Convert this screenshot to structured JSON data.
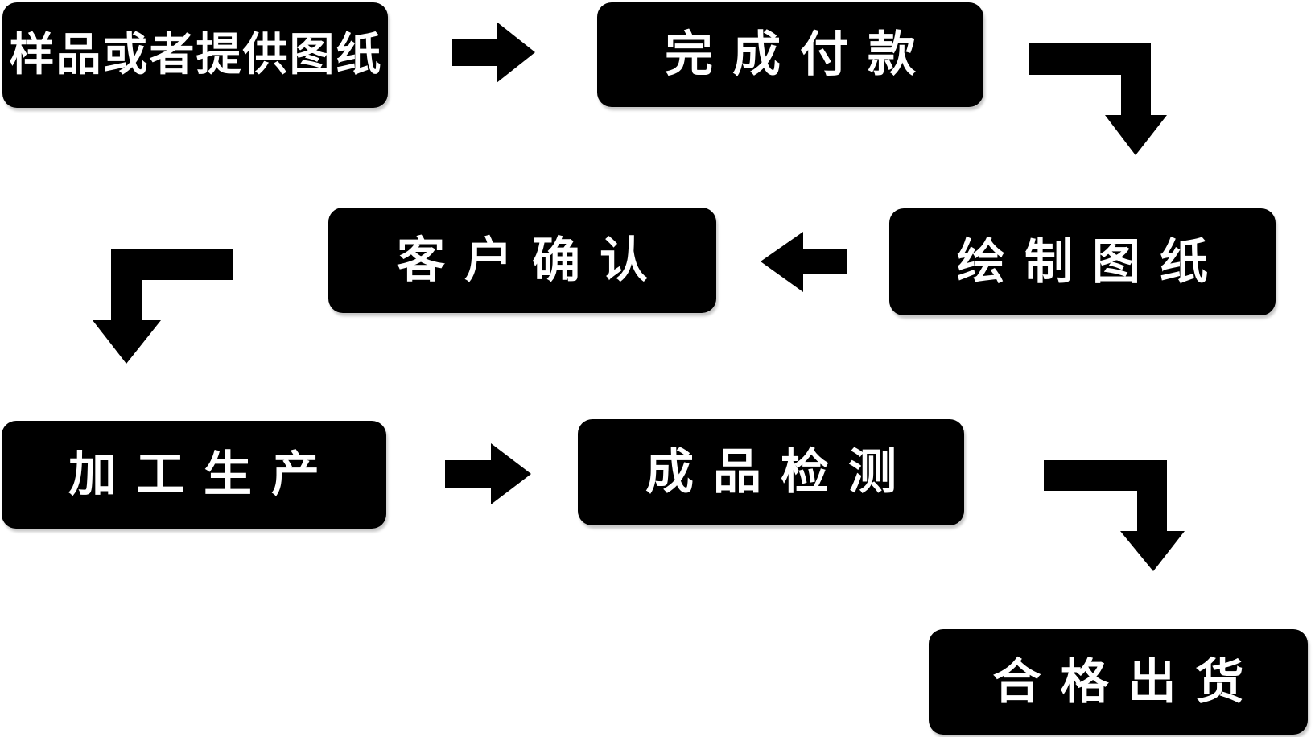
{
  "diagram": {
    "type": "flowchart",
    "title": "production-order-process-flow",
    "colors": {
      "background": "#ffffff",
      "node_fill": "#000000",
      "node_text": "#ffffff",
      "arrow_fill": "#000000"
    },
    "nodes": [
      {
        "id": "sample-or-drawings",
        "label": "样品或者提供图纸"
      },
      {
        "id": "complete-payment",
        "label": "完成付款"
      },
      {
        "id": "draw-drawings",
        "label": "绘制图纸"
      },
      {
        "id": "customer-confirm",
        "label": "客户确认"
      },
      {
        "id": "processing",
        "label": "加工生产"
      },
      {
        "id": "product-inspection",
        "label": "成品检测"
      },
      {
        "id": "qualified-shipment",
        "label": "合格出货"
      }
    ],
    "edges": [
      {
        "from": "sample-or-drawings",
        "to": "complete-payment",
        "shape": "straight",
        "direction": "right"
      },
      {
        "from": "complete-payment",
        "to": "draw-drawings",
        "shape": "bend",
        "direction": "down-right"
      },
      {
        "from": "draw-drawings",
        "to": "customer-confirm",
        "shape": "straight",
        "direction": "left"
      },
      {
        "from": "customer-confirm",
        "to": "processing",
        "shape": "bend",
        "direction": "down-left"
      },
      {
        "from": "processing",
        "to": "product-inspection",
        "shape": "straight",
        "direction": "right"
      },
      {
        "from": "product-inspection",
        "to": "qualified-shipment",
        "shape": "bend",
        "direction": "down-right"
      }
    ]
  }
}
